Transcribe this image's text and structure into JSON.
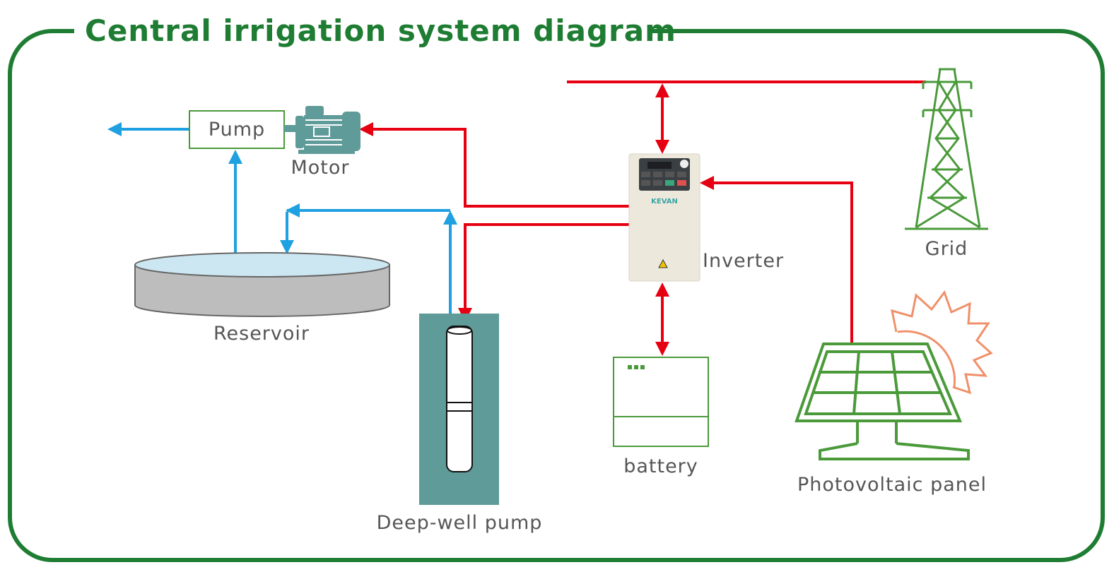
{
  "title": "Central irrigation system diagram",
  "labels": {
    "pump": "Pump",
    "motor": "Motor",
    "reservoir": "Reservoir",
    "deep_well_pump": "Deep-well pump",
    "inverter": "Inverter",
    "battery": "battery",
    "grid": "Grid",
    "photovoltaic_panel": "Photovoltaic panel",
    "inverter_brand": "KEVAN"
  },
  "colors": {
    "frame": "#1e7d32",
    "power_flow": "#e60012",
    "water_flow": "#1fa0e0",
    "equipment_outline": "#4a9a3a",
    "well": "#5f9b99",
    "sun": "#f0906a"
  }
}
